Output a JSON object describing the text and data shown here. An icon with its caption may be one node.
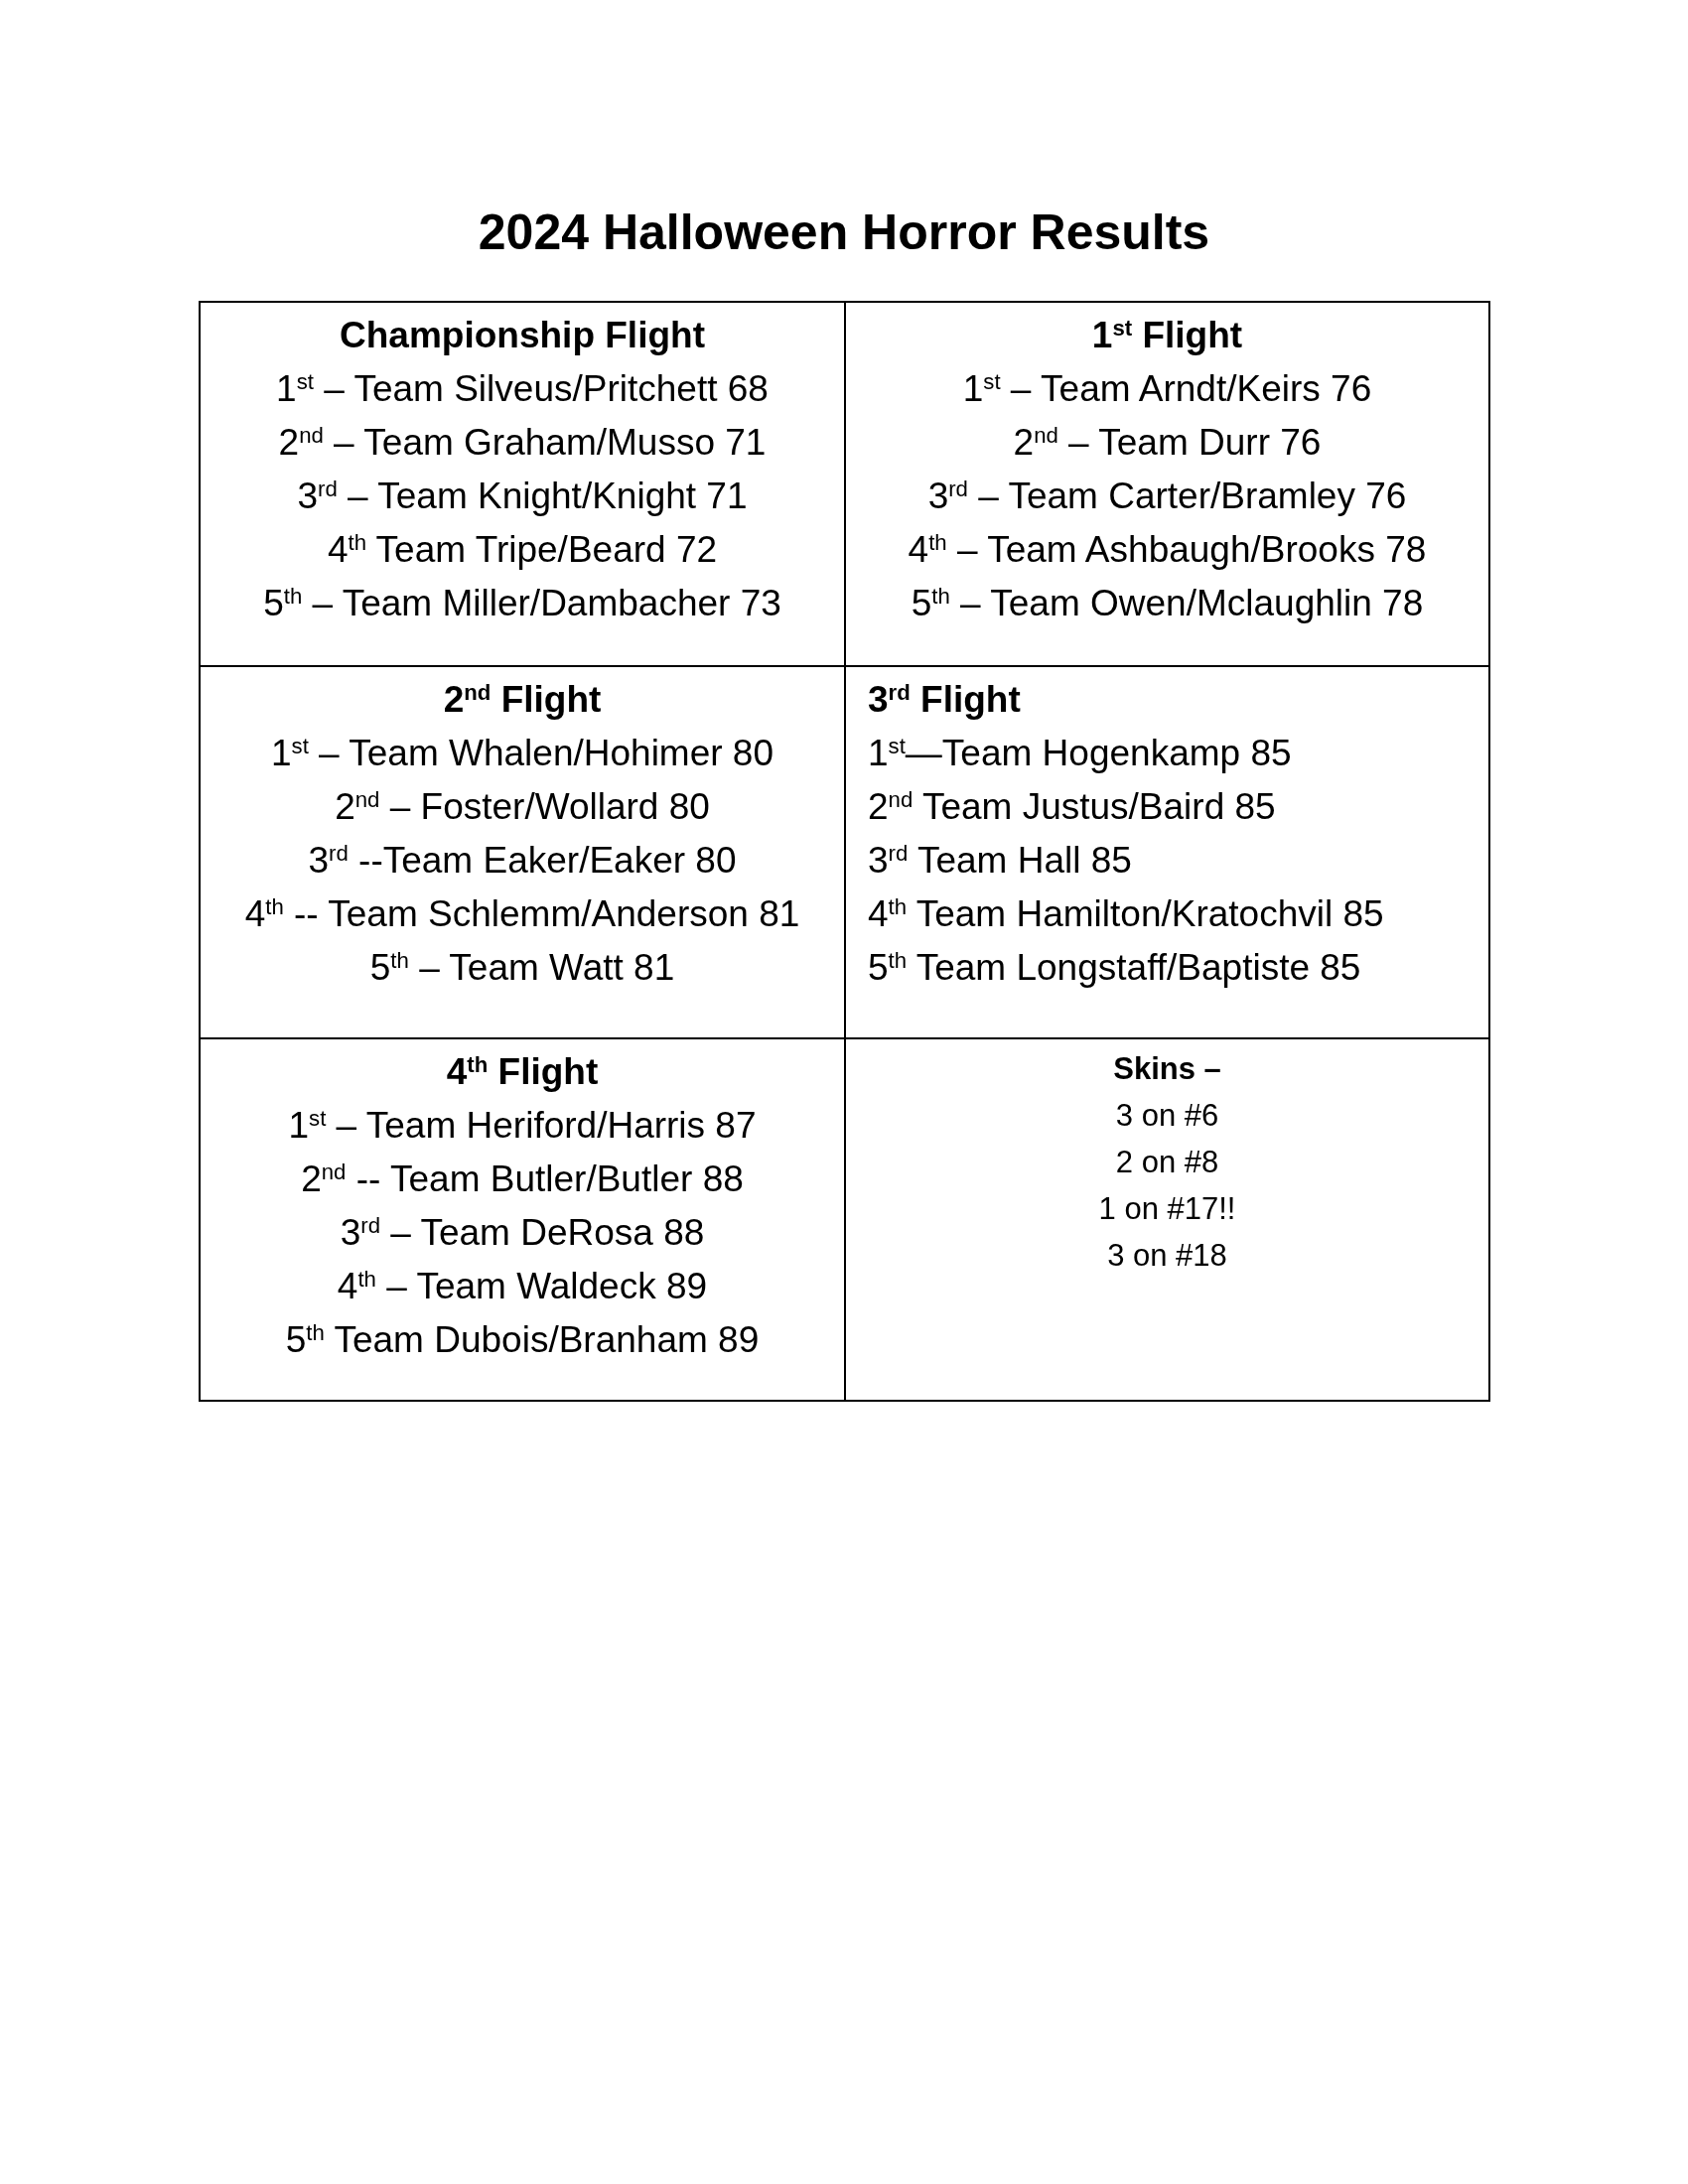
{
  "diagram": {
    "title": "2024 Halloween Horror Results",
    "nodes": [
      {
        "text": [
          "Championship Flight",
          "1$^{st}$ – Team Silveus/Pritchett 68",
          "2$^{nd}$ – Team Graham/Musso 71",
          "3$^{rd}$ – Team Knight/Knight 71",
          "4$^{th}$ Team Tripe/Beard 72",
          "5$^{th}$ – Team Miller/Dambacher 73"
        ]
      },
      {
        "text": [
          "1$^{st}$ Flight",
          "1$^{st}$ – Team Arndt/Keirs 76",
          "2$^{nd}$ – Team Durr 76",
          "3$^{rd}$ – Team Carter/Bramley 76",
          "4$^{th}$ – Team Ashbaugh/Brooks 78",
          "5$^{th}$ – Team Owen/Mclaughlin 78"
        ]
      },
      {
        "text": [
          "2$^{nd}$ Flight",
          "1$^{st}$ – Team Whalen/Hohimer 80",
          "2$^{nd}$ – Foster/Wollard 80",
          "3$^{rd}$ --Team Eaker/Eaker 80",
          "4$^{th}$ -- Team Schlemm/Anderson 81",
          "5$^{th}$ – Team Watt 81"
        ]
      },
      {
        "text": [
          "3$^{rd}$ Flight",
          "1$^{st}$—Team Hogenkamp 85",
          "2$^{nd}$ Team Justus/Baird 85",
          "3$^{rd}$ Team Hall 85",
          "4$^{th}$ Team Hamilton/Kratochvil 85",
          "5$^{th}$ Team Longstaff/Baptiste 85"
        ]
      },
      {
        "text": [
          "4$^{th}$ Flight",
          "1$^{st}$ – Team Heriford/Harris 87",
          "2$^{nd}$ -- Team Butler/Butler 88",
          "3$^{rd}$ – Team DeRosa 88",
          "4$^{th}$ – Team Waldeck 89",
          "5$^{th}$ Team Dubois/Branham 89"
        ]
      },
      {
        "text": [
          "Skins –",
          "3 on #6",
          "2 on #8",
          "1 on #17!!",
          "3 on #18"
        ]
      }
    ]
  }
}
